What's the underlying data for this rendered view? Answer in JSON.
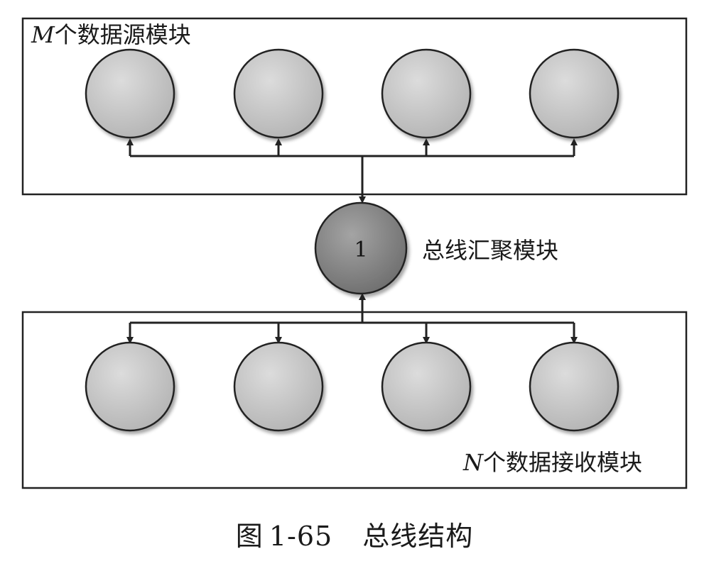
{
  "sources_group": {
    "var": "M",
    "label": "个数据源模块"
  },
  "receivers_group": {
    "var": "N",
    "label": "个数据接收模块"
  },
  "hub": {
    "number": "1",
    "label": "总线汇聚模块"
  },
  "caption": {
    "prefix": "图",
    "number": "1-65",
    "title": "总线结构"
  },
  "colors": {
    "node_fill": "#c8c8c8",
    "hub_fill": "#8a8a8a",
    "stroke": "#222222"
  }
}
